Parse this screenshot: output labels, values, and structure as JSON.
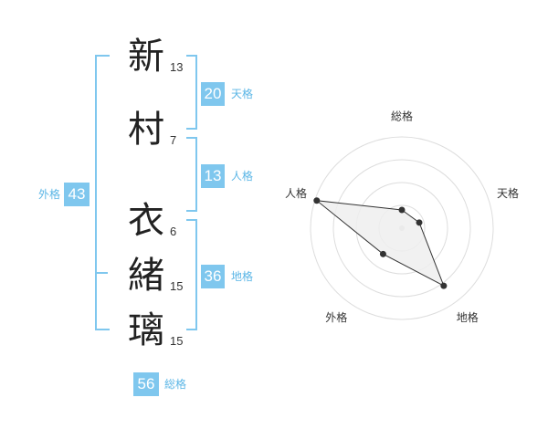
{
  "name": {
    "chars": [
      {
        "char": "新",
        "strokes": "13"
      },
      {
        "char": "村",
        "strokes": "7"
      },
      {
        "char": "衣",
        "strokes": "6"
      },
      {
        "char": "緒",
        "strokes": "15"
      },
      {
        "char": "璃",
        "strokes": "15"
      }
    ]
  },
  "fortune": {
    "tenkaku": {
      "value": "20",
      "label": "天格"
    },
    "jinkaku": {
      "value": "13",
      "label": "人格"
    },
    "chikaku": {
      "value": "36",
      "label": "地格"
    },
    "gaikaku": {
      "value": "43",
      "label": "外格"
    },
    "soukaku": {
      "value": "56",
      "label": "総格"
    }
  },
  "radar": {
    "axes": [
      "総格",
      "天格",
      "地格",
      "外格",
      "人格"
    ],
    "levels": 4,
    "values": [
      0.2,
      0.2,
      0.78,
      0.35,
      0.98
    ],
    "colors": {
      "grid": "#dddddd",
      "fill": "#eeeeee",
      "line": "#333333",
      "point": "#333333",
      "center": "#cccccc"
    }
  }
}
